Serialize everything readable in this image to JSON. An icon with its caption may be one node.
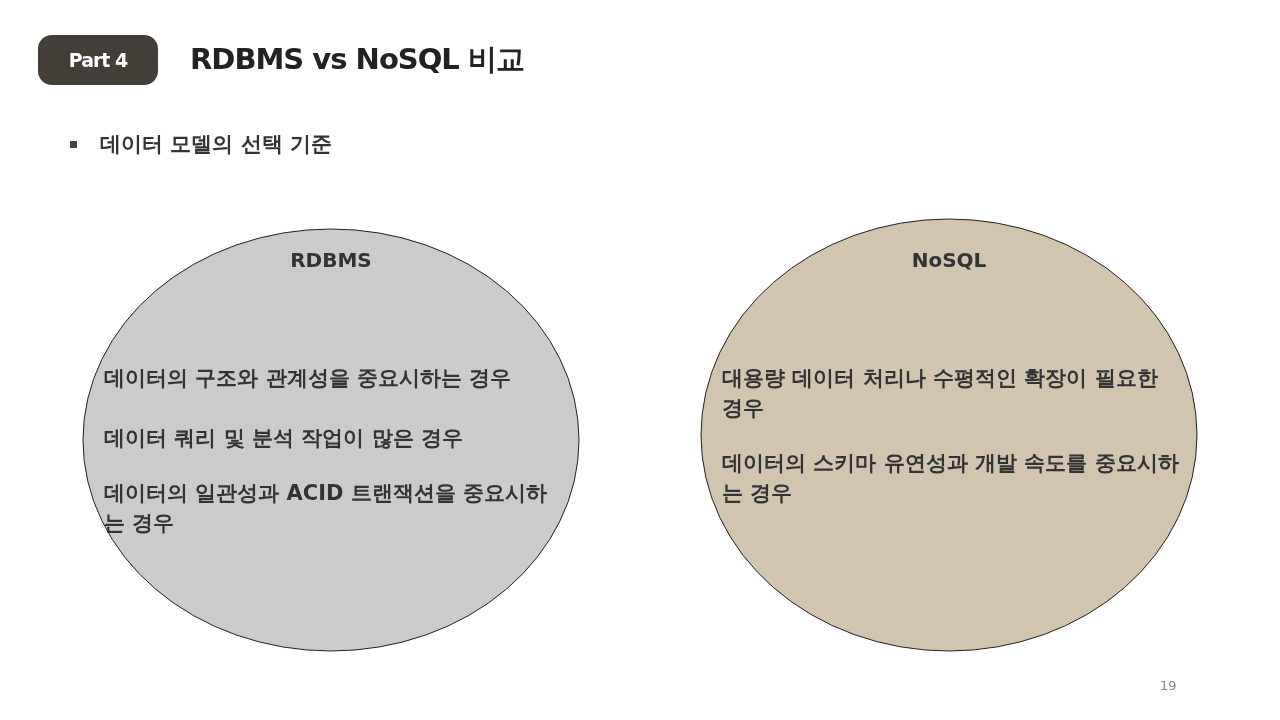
{
  "diagram": {
    "title": "RDBMS vs NoSQL 비교",
    "nodes": [
      {
        "text": [
          "Part 4"
        ]
      },
      {
        "text": [
          "RDBMS",
          "데이터의 구조와 관계성을 중요시하는 경우",
          "데이터 쿼리 및 분석 작업이 많은 경우",
          "데이터의 일관성과 ACID 트랜잭션을 중요시하는 경우"
        ]
      },
      {
        "text": [
          "NoSQL",
          "대용량 데이터 처리나 수평적인 확장이 필요한 경우",
          "데이터의 스키마 유연성과 개발 속도를 중요시하는 경우"
        ]
      }
    ],
    "labels": [
      "데이터 모델의 선택 기준",
      "19"
    ]
  }
}
